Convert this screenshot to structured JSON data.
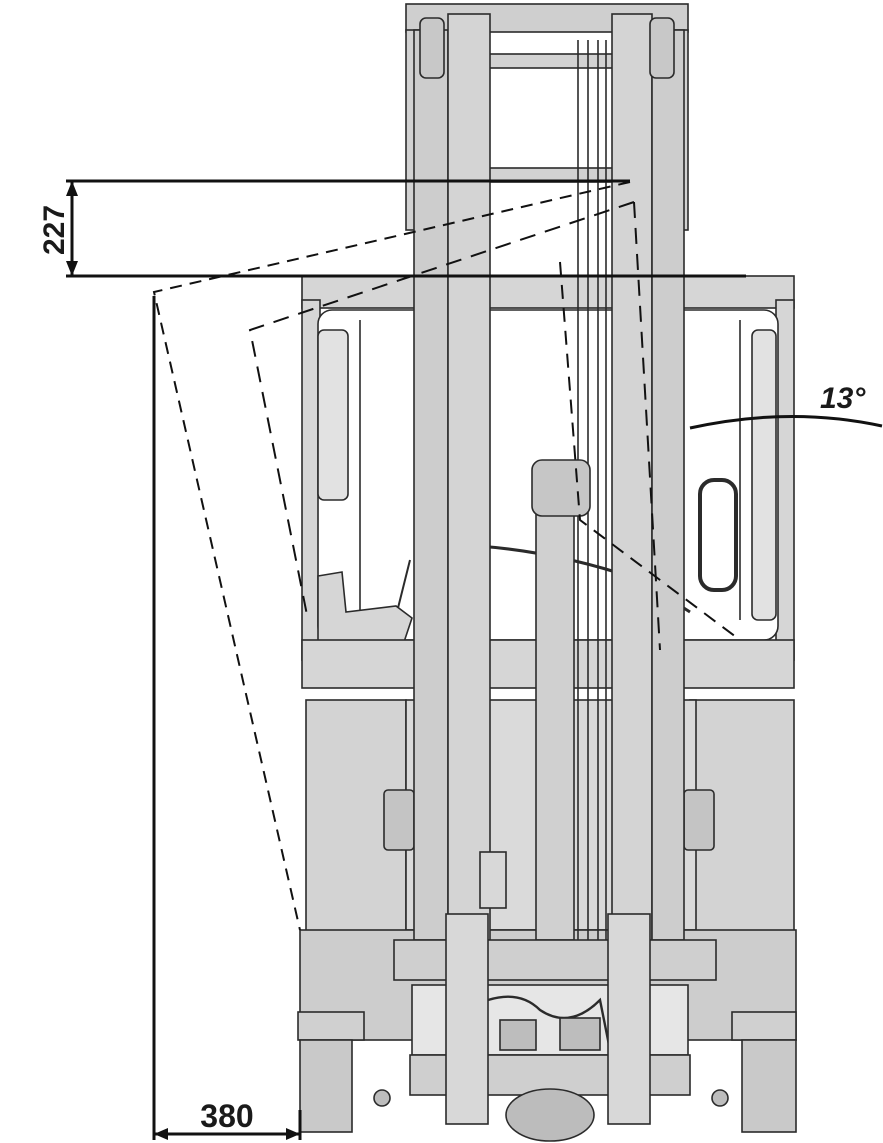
{
  "dimensions": {
    "height_offset": "227",
    "side_offset": "380",
    "tilt_angle": "13°"
  },
  "colors": {
    "body_fill": "#d6d6d6",
    "mast_fill": "#cfcfcf",
    "line": "#2b2b2b",
    "dim_line": "#111111",
    "glass": "#ffffff"
  }
}
